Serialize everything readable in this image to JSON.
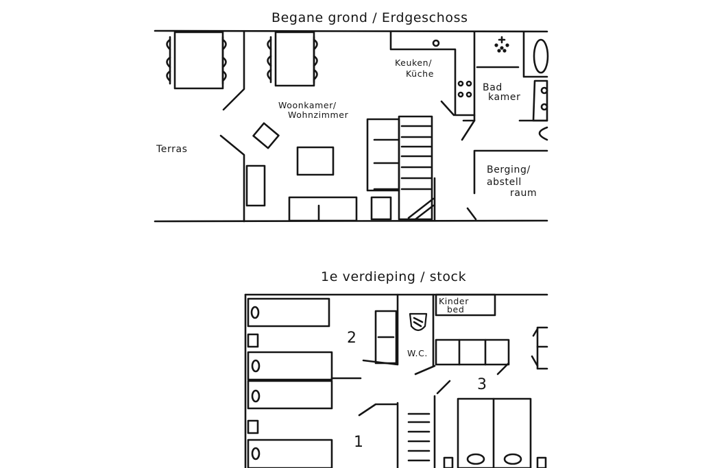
{
  "ground_floor": {
    "title": "Begane grond / Erdgeschoss",
    "rooms": {
      "kitchen": [
        "Keuken/",
        "Küche"
      ],
      "living": [
        "Woonkamer/",
        "Wohnzimmer"
      ],
      "terrace": "Terras",
      "bathroom": [
        "Bad",
        "kamer"
      ],
      "storage": [
        "Berging/",
        "abstell",
        "raum"
      ]
    }
  },
  "first_floor": {
    "title": "1e verdieping / stock",
    "rooms": {
      "kids_bed": [
        "Kinder",
        "bed"
      ],
      "wc": "W.C.",
      "bedroom_1": "1",
      "bedroom_2": "2",
      "bedroom_3": "3"
    }
  }
}
